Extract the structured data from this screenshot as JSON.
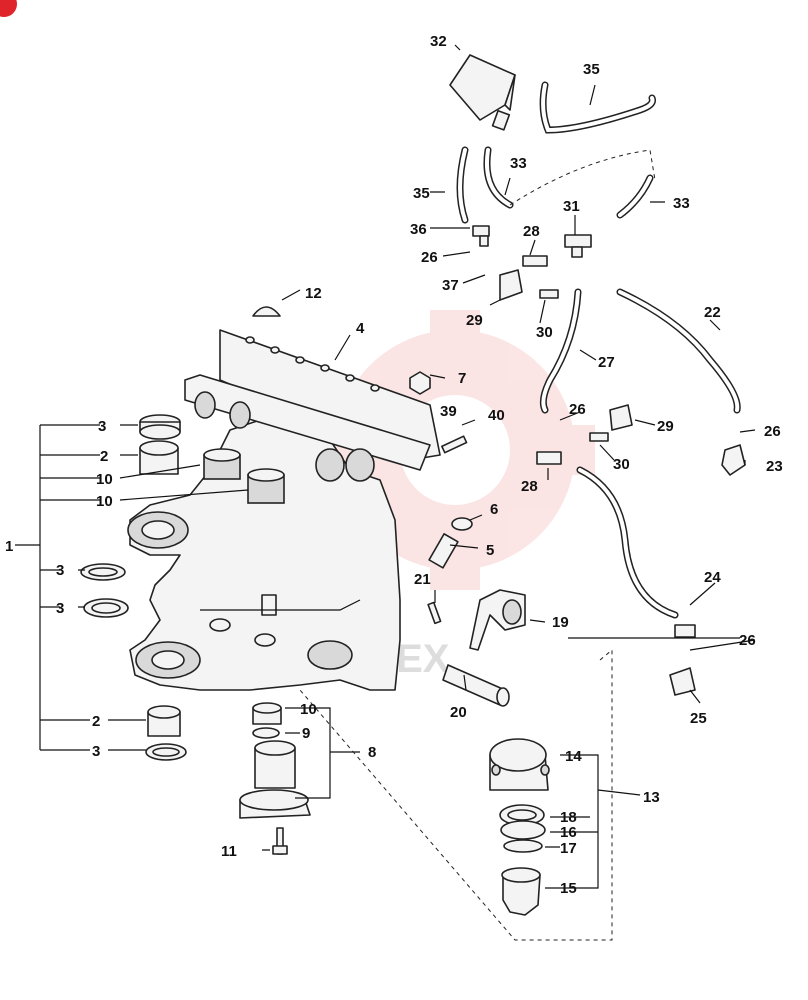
{
  "diagram": {
    "corner_badge_color": "#e0242c",
    "watermark_color": "#f3b4b4",
    "callouts": {
      "c1": "1",
      "c2a": "2",
      "c2b": "2",
      "c3a": "3",
      "c3b": "3",
      "c3c": "3",
      "c3d": "3",
      "c4": "4",
      "c5": "5",
      "c6": "6",
      "c7": "7",
      "c8": "8",
      "c9": "9",
      "c10a": "10",
      "c10b": "10",
      "c10c": "10",
      "c11": "11",
      "c12": "12",
      "c13": "13",
      "c14": "14",
      "c15": "15",
      "c16": "16",
      "c17": "17",
      "c18": "18",
      "c19": "19",
      "c20": "20",
      "c21": "21",
      "c22": "22",
      "c23": "23",
      "c24": "24",
      "c25": "25",
      "c26a": "26",
      "c26b": "26",
      "c26c": "26",
      "c26d": "26",
      "c27": "27",
      "c28a": "28",
      "c28b": "28",
      "c29a": "29",
      "c29b": "29",
      "c30a": "30",
      "c30b": "30",
      "c31": "31",
      "c32": "32",
      "c33a": "33",
      "c33b": "33",
      "c35a": "35",
      "c35b": "35",
      "c36": "36",
      "c37": "37",
      "c39": "39",
      "c40": "40"
    },
    "watermark_text": "EHITEX"
  }
}
